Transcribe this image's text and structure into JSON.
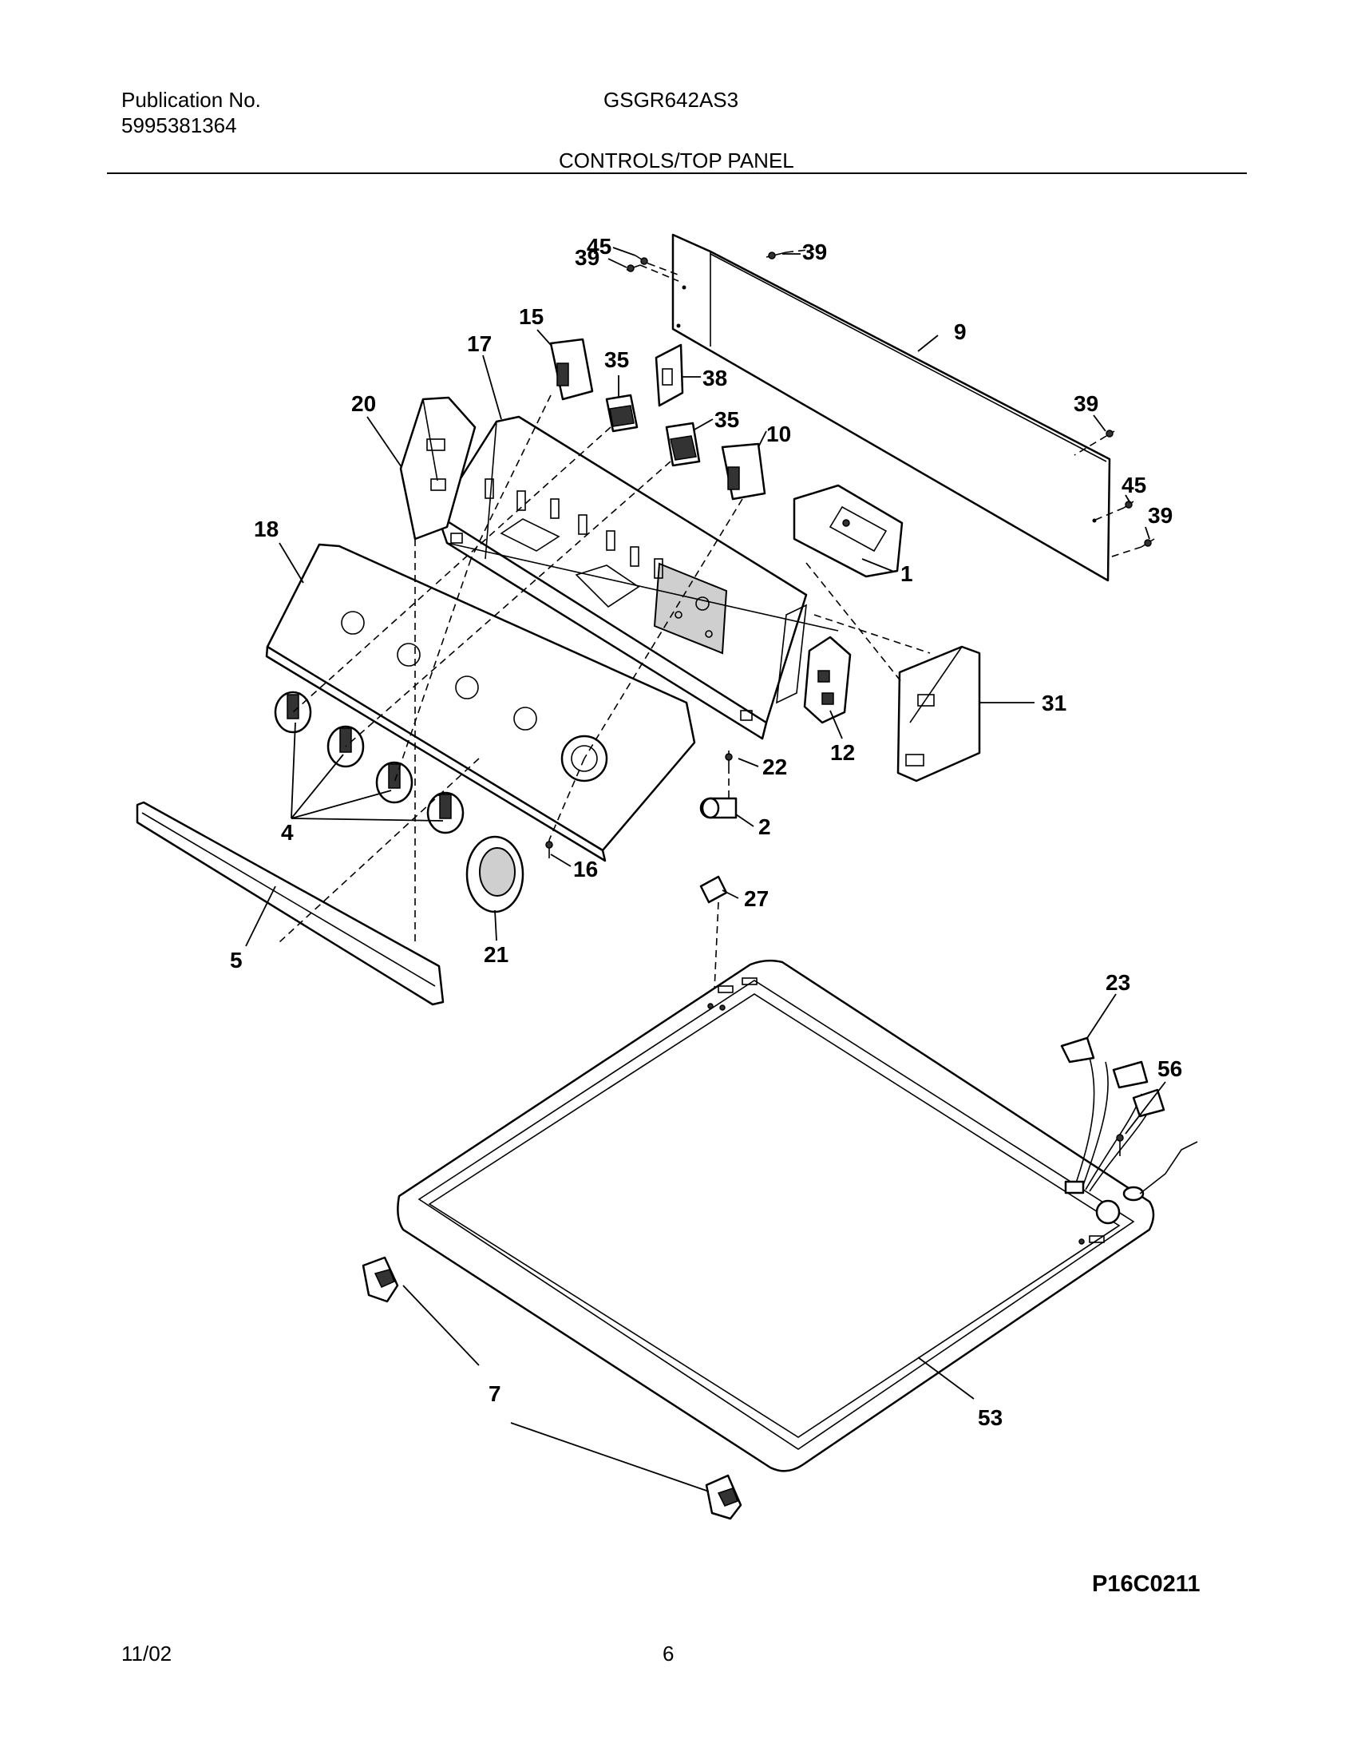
{
  "header": {
    "publication_label": "Publication No.",
    "publication_number": "5995381364",
    "model": "GSGR642AS3",
    "section_title": "CONTROLS/TOP PANEL"
  },
  "footer": {
    "date": "11/02",
    "page_number": "6"
  },
  "diagram": {
    "figure_code": "P16C0211",
    "callouts": {
      "c1": "1",
      "c2": "2",
      "c4": "4",
      "c5": "5",
      "c7": "7",
      "c9": "9",
      "c10": "10",
      "c12": "12",
      "c15": "15",
      "c16": "16",
      "c17": "17",
      "c18": "18",
      "c20": "20",
      "c21": "21",
      "c22": "22",
      "c23": "23",
      "c27": "27",
      "c31": "31",
      "c35a": "35",
      "c35b": "35",
      "c38": "38",
      "c39a": "39",
      "c39b": "39",
      "c39c": "39",
      "c39d": "39",
      "c45a": "45",
      "c45b": "45",
      "c53": "53",
      "c56": "56"
    }
  }
}
